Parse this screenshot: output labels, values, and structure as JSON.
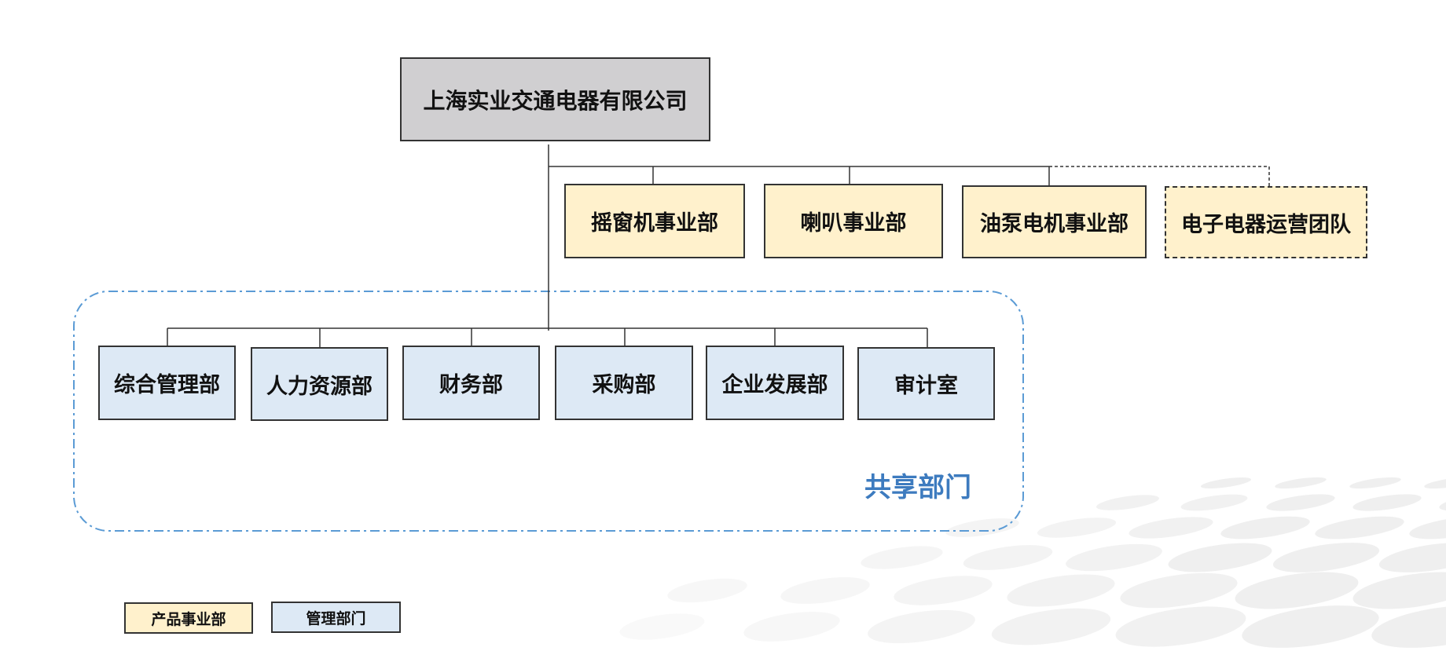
{
  "org_chart": {
    "root": {
      "label": "上海实业交通电器有限公司"
    },
    "product_units": [
      {
        "label": "摇窗机事业部",
        "style": "solid"
      },
      {
        "label": "喇叭事业部",
        "style": "solid"
      },
      {
        "label": "油泵电机事业部",
        "style": "solid"
      },
      {
        "label": "电子电器运营团队",
        "style": "dashed"
      }
    ],
    "shared_group": {
      "title": "共享部门",
      "departments": [
        {
          "label": "综合管理部"
        },
        {
          "label": "人力资源部"
        },
        {
          "label": "财务部"
        },
        {
          "label": "采购部"
        },
        {
          "label": "企业发展部"
        },
        {
          "label": "审计室"
        }
      ]
    }
  },
  "legend": [
    {
      "label": "产品事业部",
      "color": "#fff1cc"
    },
    {
      "label": "管理部门",
      "color": "#dde9f5"
    }
  ],
  "colors": {
    "root_fill": "#d0cfd1",
    "product_fill": "#fff1cc",
    "management_fill": "#dde9f5",
    "shared_group_border": "#5b9bd5",
    "shared_group_title": "#3d7bbf",
    "connector": "#333333"
  }
}
